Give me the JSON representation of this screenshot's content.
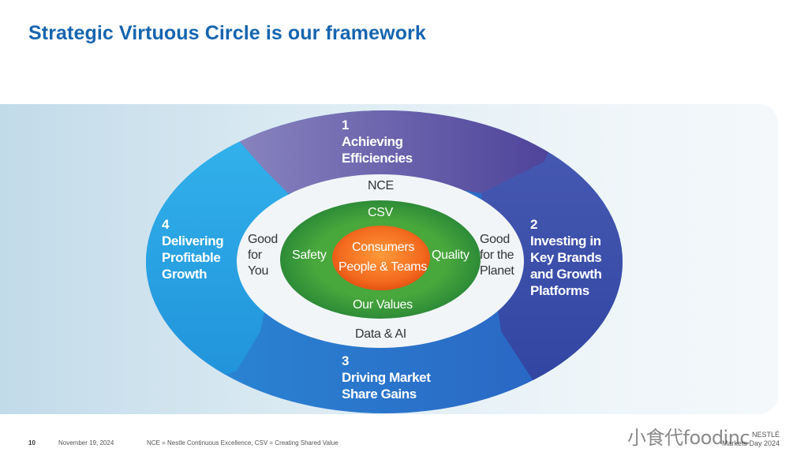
{
  "slide": {
    "title": "Strategic Virtuous Circle is our framework"
  },
  "circle": {
    "outer_segments": [
      {
        "number": "1",
        "label": "Achieving\nEfficiencies",
        "color": "#5a55a3"
      },
      {
        "number": "2",
        "label": "Investing in\nKey Brands\nand Growth\nPlatforms",
        "color": "#3c4fa8"
      },
      {
        "number": "3",
        "label": "Driving Market\nShare Gains",
        "color": "#2a78cc"
      },
      {
        "number": "4",
        "label": "Delivering\nProfitable\nGrowth",
        "color": "#29a6e6"
      }
    ],
    "middle_ring": {
      "top": "NCE",
      "right": "Good\nfor the\nPlanet",
      "bottom": "Data & AI",
      "left": "Good\nfor\nYou"
    },
    "green_ring": {
      "top": "CSV",
      "right": "Quality",
      "bottom": "Our Values",
      "left": "Safety",
      "color": "#2e8f3c"
    },
    "core": {
      "line1": "Consumers",
      "line2": "People & Teams",
      "color": "#f07020"
    }
  },
  "footer": {
    "page_number": "10",
    "date": "November 19, 2024",
    "note": "NCE = Nestle Continuous Excellence, CSV = Creating Shared Value",
    "event_line1": "NESTLÉ",
    "event_line2": "Markets Day 2024"
  },
  "watermark": {
    "text": "小食代foodinc"
  }
}
